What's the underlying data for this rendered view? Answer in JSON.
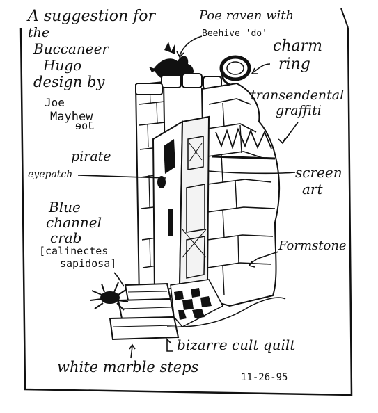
{
  "title": {
    "line1": "A suggestion for",
    "line2": "the",
    "line3": "Buccaneer",
    "line4": "Hugo",
    "line5": "design by"
  },
  "signature": {
    "line1": "Joe",
    "line2": "Mayhew",
    "mirrored": "Joe"
  },
  "labels": {
    "raven1": "Poe raven with",
    "raven2": "Beehive 'do'",
    "charm1": "charm",
    "charm2": "ring",
    "graffiti1": "transendental",
    "graffiti2": "graffiti",
    "pirate1": "pirate",
    "pirate2": "eyepatch",
    "screen1": "screen",
    "screen2": "art",
    "crab1": "Blue",
    "crab2": "channel",
    "crab3": "crab",
    "crab4": "[calinectes",
    "crab5": "sapidosa]",
    "formstone": "Formstone",
    "quilt": "bizarre cult quilt",
    "steps": "white marble steps",
    "date": "11-26-95"
  }
}
